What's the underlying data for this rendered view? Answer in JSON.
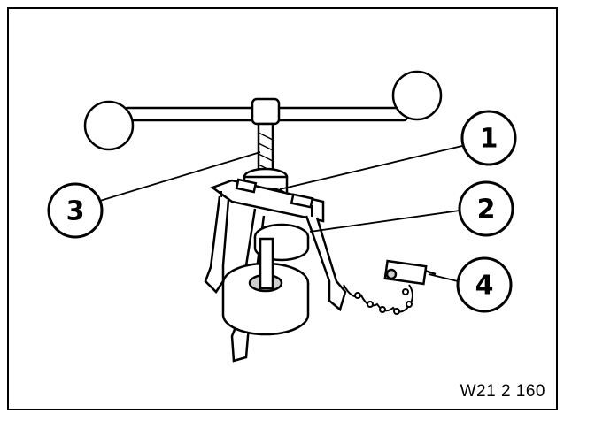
{
  "callouts": [
    {
      "id": "1",
      "label": "1"
    },
    {
      "id": "2",
      "label": "2"
    },
    {
      "id": "3",
      "label": "3"
    },
    {
      "id": "4",
      "label": "4"
    }
  ],
  "caption": "W21 2 160",
  "colors": {
    "ink": "#000000",
    "paper": "#ffffff",
    "shade": "#cfcfcf"
  }
}
